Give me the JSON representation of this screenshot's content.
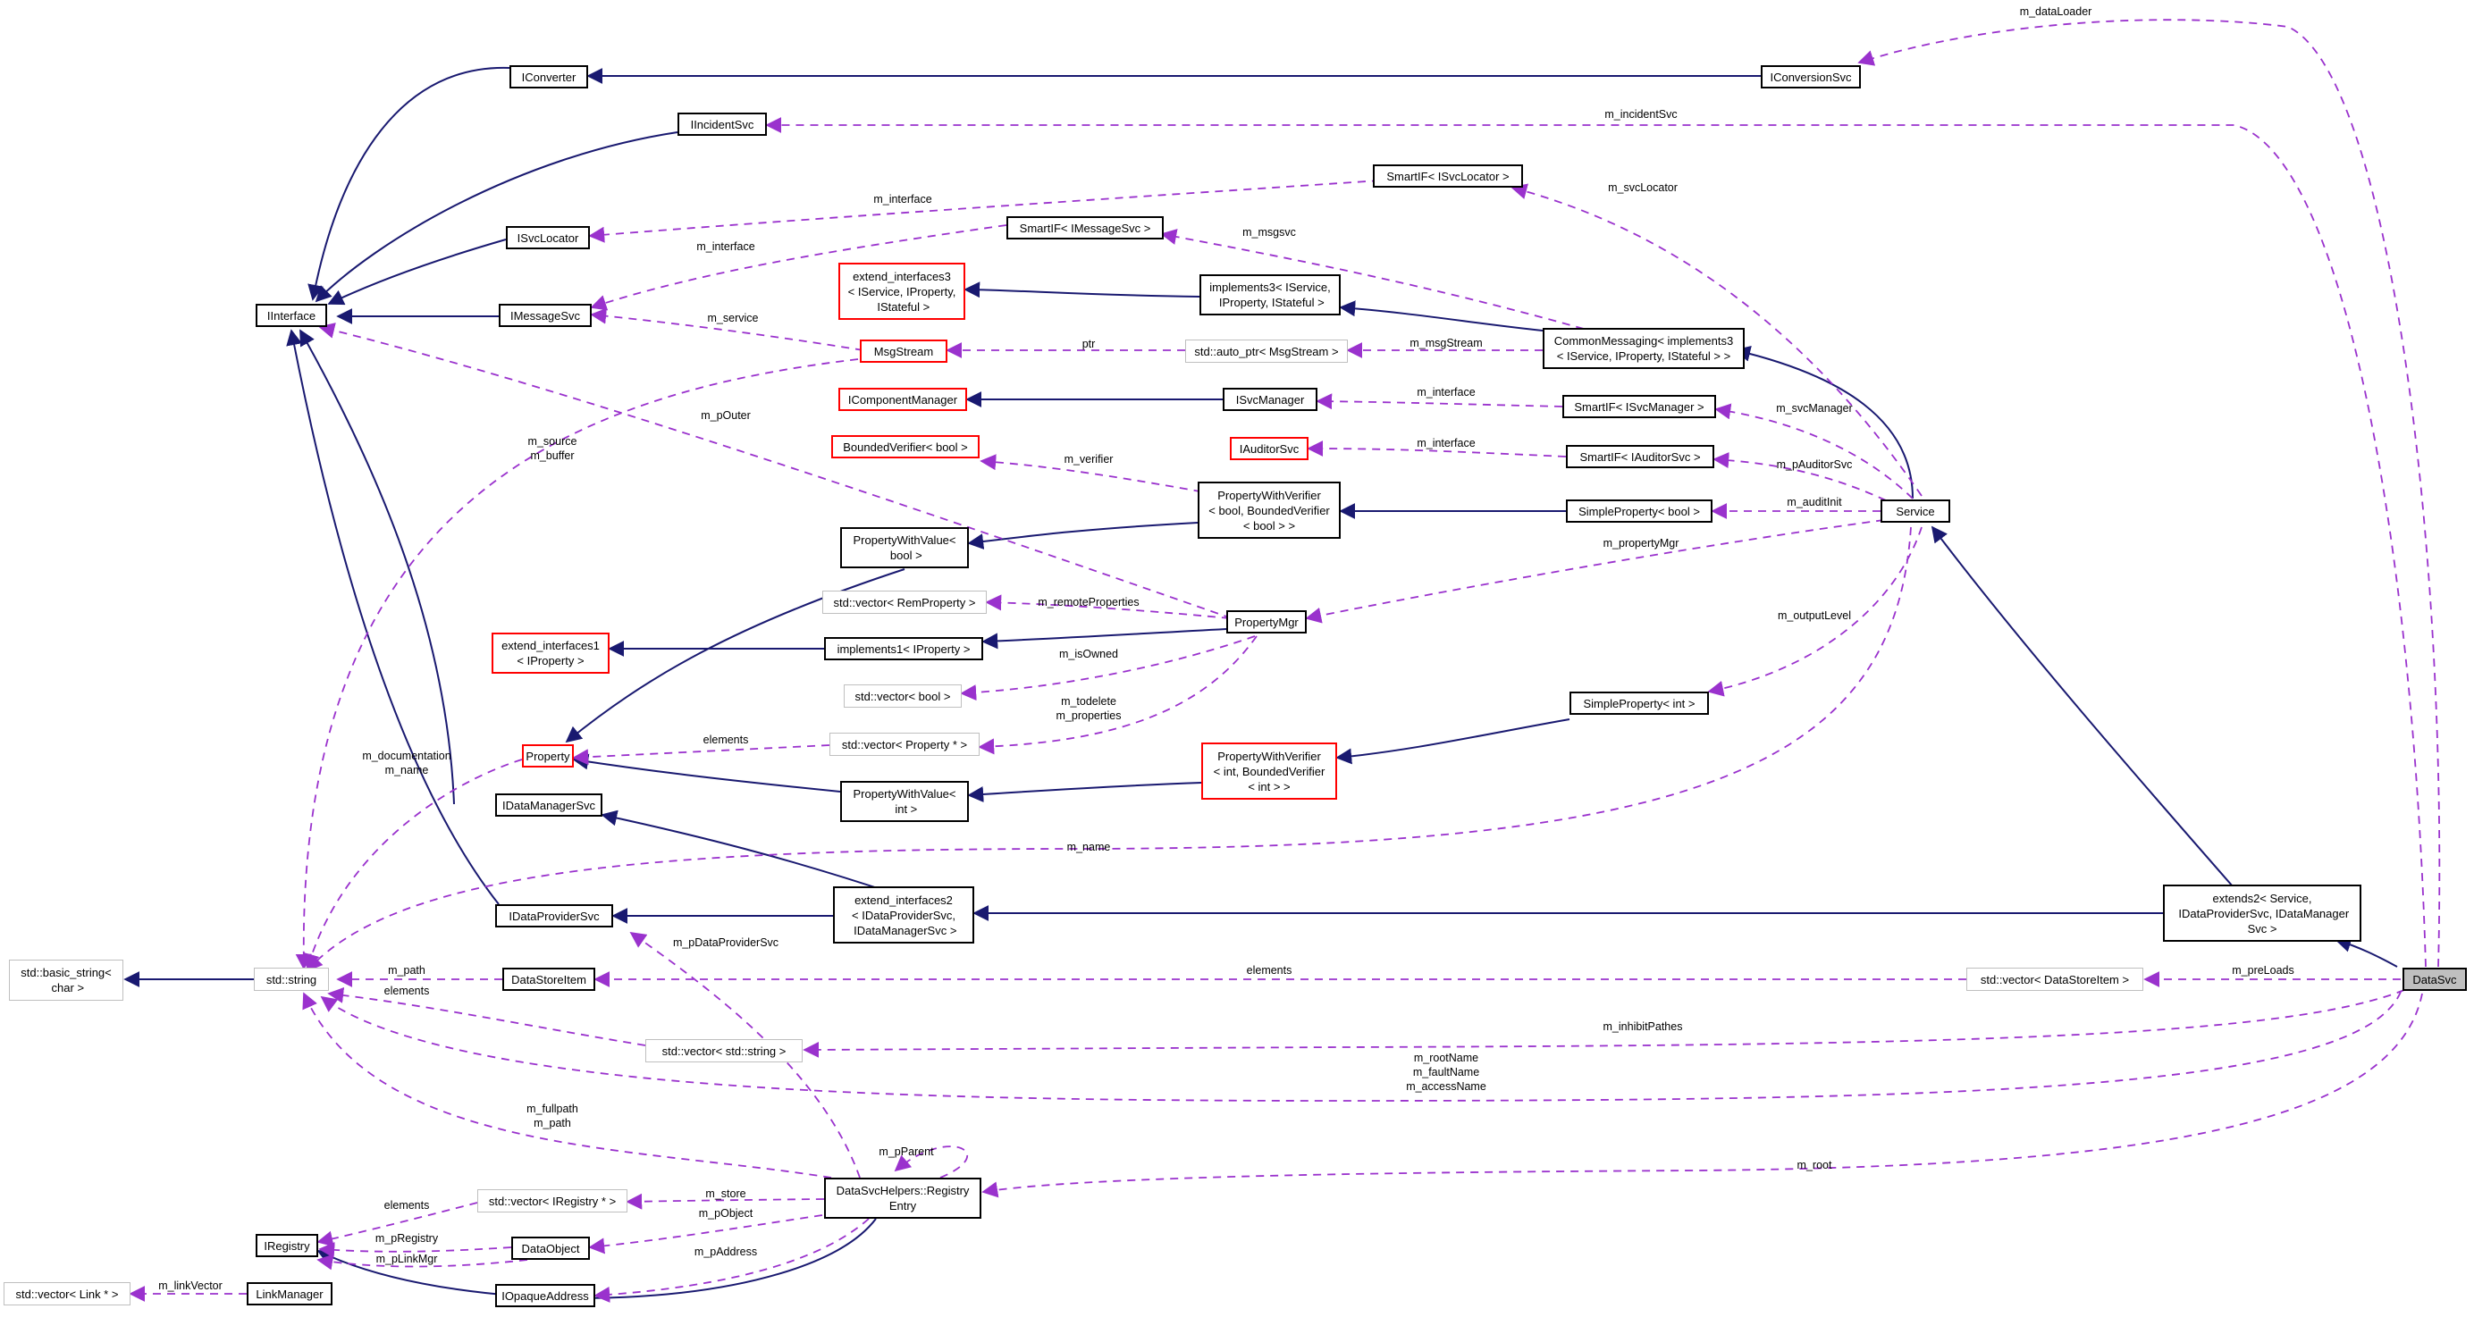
{
  "colors": {
    "inheritance": "#191970",
    "usage": "#9a32cd",
    "highlight_fill": "#bfbfbf",
    "red_border": "#ff0000",
    "grey_border": "#bfbfbf"
  },
  "nodes": {
    "iconverter": "IConverter",
    "iconversionsvc": "IConversionSvc",
    "iincidentsvc": "IIncidentSvc",
    "smartif_svclocator": "SmartIF< ISvcLocator >",
    "isvclocator": "ISvcLocator",
    "smartif_messagesvc": "SmartIF< IMessageSvc >",
    "iinterface": "IInterface",
    "imessagesvc": "IMessageSvc",
    "extend_interfaces3": "extend_interfaces3\n< IService, IProperty,\n IStateful >",
    "implements3": "implements3< IService,\n IProperty, IStateful >",
    "commonmessaging": "CommonMessaging< implements3\n< IService, IProperty, IStateful > >",
    "msgstream": "MsgStream",
    "auto_ptr_msgstream": "std::auto_ptr< MsgStream >",
    "icomponentmanager": "IComponentManager",
    "isvcmanager": "ISvcManager",
    "smartif_svcmanager": "SmartIF< ISvcManager >",
    "boundedverifier_bool": "BoundedVerifier< bool >",
    "iauditorsvc": "IAuditorSvc",
    "smartif_auditorsvc": "SmartIF< IAuditorSvc >",
    "propertywithverifier_bool": "PropertyWithVerifier\n< bool, BoundedVerifier\n< bool > >",
    "simpleproperty_bool": "SimpleProperty< bool >",
    "service": "Service",
    "propertywithvalue_bool": "PropertyWithValue<\n bool >",
    "vector_remproperty": "std::vector< RemProperty >",
    "propertymgr": "PropertyMgr",
    "extend_interfaces1": "extend_interfaces1\n< IProperty >",
    "implements1": "implements1< IProperty >",
    "vector_bool": "std::vector< bool >",
    "property": "Property",
    "vector_property_ptr": "std::vector< Property * >",
    "propertywithverifier_int": "PropertyWithVerifier\n< int, BoundedVerifier\n< int > >",
    "simpleproperty_int": "SimpleProperty< int >",
    "propertywithvalue_int": "PropertyWithValue<\n int >",
    "idatamanagersvc": "IDataManagerSvc",
    "extend_interfaces2": "extend_interfaces2\n< IDataProviderSvc,\n IDataManagerSvc >",
    "idataprovidersvc": "IDataProviderSvc",
    "extends2": "extends2< Service,\n IDataProviderSvc, IDataManager\nSvc >",
    "basic_string": "std::basic_string<\n char >",
    "std_string": "std::string",
    "datastoreitem": "DataStoreItem",
    "vector_datastoreitem": "std::vector< DataStoreItem >",
    "datasvc": "DataSvc",
    "vector_string": "std::vector< std::string >",
    "registry_entry": "DataSvcHelpers::Registry\nEntry",
    "vector_iregistry_ptr": "std::vector< IRegistry * >",
    "iregistry": "IRegistry",
    "dataobject": "DataObject",
    "vector_link_ptr": "std::vector< Link * >",
    "linkmanager": "LinkManager",
    "iopaqueaddress": "IOpaqueAddress"
  },
  "edge_labels": {
    "m_dataloader": "m_dataLoader",
    "m_incidentsvc": "m_incidentSvc",
    "m_interface_svclocator": "m_interface",
    "m_svclocator": "m_svcLocator",
    "m_interface_messagesvc": "m_interface",
    "m_msgsvc": "m_msgsvc",
    "m_service": "m_service",
    "ptr": "ptr",
    "m_msgstream": "m_msgStream",
    "m_interface_svcmanager": "m_interface",
    "m_svcmanager": "m_svcManager",
    "m_pouter": "m_pOuter",
    "m_source_buffer": "m_source\nm_buffer",
    "m_verifier": "m_verifier",
    "m_interface_auditorsvc": "m_interface",
    "m_pauditorsvc": "m_pAuditorSvc",
    "m_auditinit": "m_auditInit",
    "m_propertymgr": "m_propertyMgr",
    "m_remoteproperties": "m_remoteProperties",
    "m_isowned": "m_isOwned",
    "m_outputlevel": "m_outputLevel",
    "m_todelete_properties": "m_todelete\nm_properties",
    "elements_property": "elements",
    "m_documentation_name": "m_documentation\nm_name",
    "m_name": "m_name",
    "m_pdataprovidersvc": "m_pDataProviderSvc",
    "m_path": "m_path",
    "elements_datastoreitem": "elements",
    "m_preloads": "m_preLoads",
    "elements_string": "elements",
    "m_inhibitpathes": "m_inhibitPathes",
    "m_rootname_faultname_accessname": "m_rootName\nm_faultName\nm_accessName",
    "m_pparent": "m_pParent",
    "m_fullpath_path": "m_fullpath\nm_path",
    "m_root": "m_root",
    "elements_iregistry": "elements",
    "m_store": "m_store",
    "m_pobject": "m_pObject",
    "m_pregistry": "m_pRegistry",
    "m_plinkmgr": "m_pLinkMgr",
    "m_paddress": "m_pAddress",
    "m_linkvector": "m_linkVector"
  }
}
